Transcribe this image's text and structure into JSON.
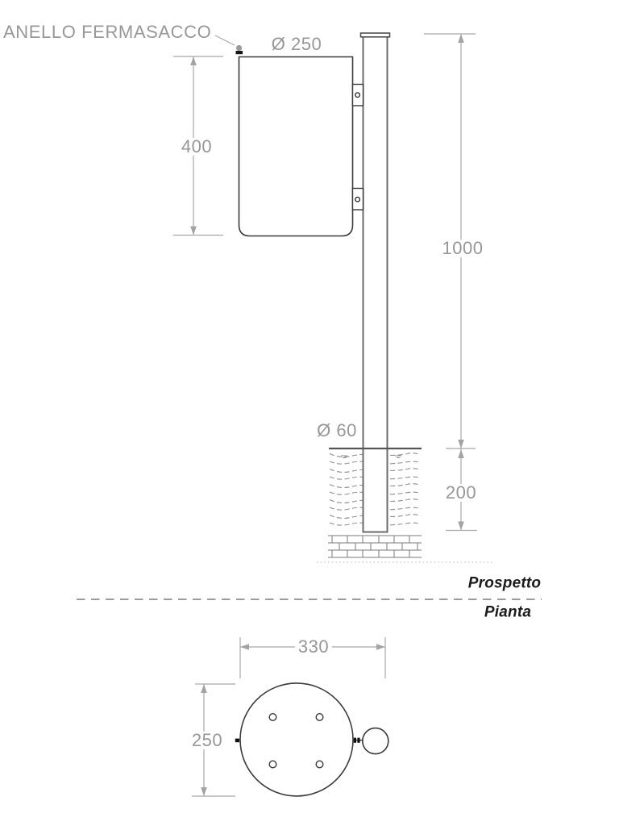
{
  "callout": {
    "text": "ANELLO FERMASACCO"
  },
  "elevation": {
    "view_label": "Prospetto",
    "dims": {
      "bin_diameter": "Ø 250",
      "bin_height": "400",
      "pole_height_above_ground": "1000",
      "pole_diameter": "Ø 60",
      "embed_depth": "200"
    }
  },
  "plan": {
    "view_label": "Pianta",
    "dims": {
      "overall_width": "330",
      "bin_diameter": "250"
    }
  },
  "colors": {
    "annotation_gray": "#9a9a9a",
    "line_dark": "#3a3a3a",
    "pole_gray": "#6b6b6b",
    "text_black": "#1b1b1b"
  }
}
